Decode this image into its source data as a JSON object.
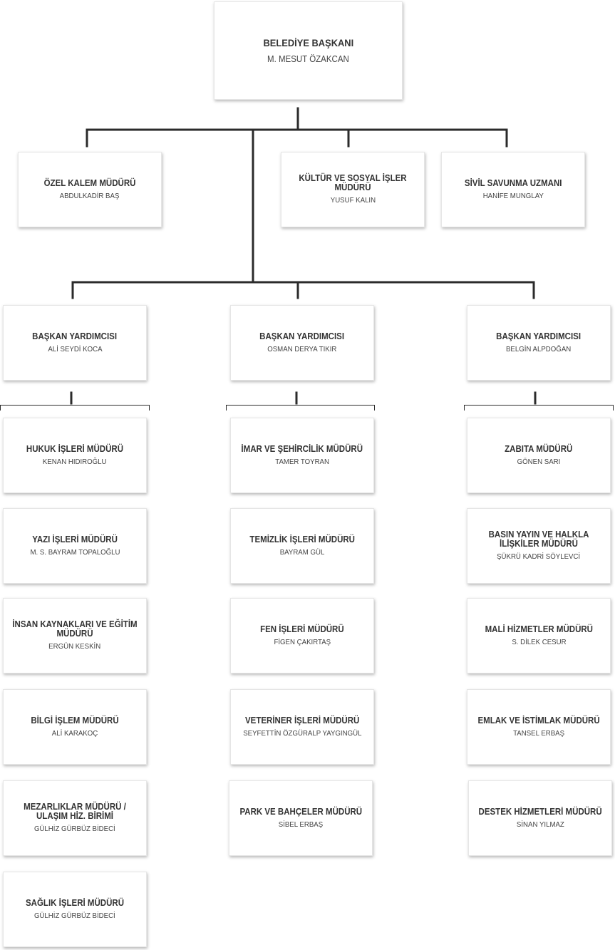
{
  "mayor": {
    "title": "BELEDİYE BAŞKANI",
    "name": "M. MESUT ÖZAKCAN"
  },
  "advisors": [
    {
      "title": "ÖZEL KALEM MÜDÜRÜ",
      "name": "ABDULKADİR BAŞ"
    },
    {
      "title": "KÜLTÜR VE SOSYAL İŞLER MÜDÜRÜ",
      "name": "YUSUF KALIN"
    },
    {
      "title": "SİVİL SAVUNMA UZMANI",
      "name": "HANİFE MUNGLAY"
    }
  ],
  "deputies": [
    {
      "title": "BAŞKAN YARDIMCISI",
      "name": "ALİ SEYDİ KOCA",
      "departments": [
        {
          "title": "HUKUK İŞLERİ MÜDÜRÜ",
          "name": "KENAN HIDIROĞLU"
        },
        {
          "title": "YAZI İŞLERİ MÜDÜRÜ",
          "name": "M. S. BAYRAM TOPALOĞLU"
        },
        {
          "title": "İNSAN  KAYNAKLARI VE EĞİTİM MÜDÜRÜ",
          "name": "ERGÜN KESKİN"
        },
        {
          "title": "BİLGİ İŞLEM MÜDÜRÜ",
          "name": "ALİ KARAKOÇ"
        },
        {
          "title": "MEZARLIKLAR MÜDÜRÜ / ULAŞIM HİZ. BİRİMİ",
          "name": "GÜLHİZ GÜRBÜZ BİDECİ"
        },
        {
          "title": "SAĞLIK İŞLERİ MÜDÜRÜ",
          "name": "GÜLHİZ GÜRBÜZ BİDECİ"
        }
      ]
    },
    {
      "title": "BAŞKAN YARDIMCISI",
      "name": "OSMAN DERYA TIKIR",
      "departments": [
        {
          "title": "İMAR VE ŞEHİRCİLİK MÜDÜRÜ",
          "name": "TAMER TOYRAN"
        },
        {
          "title": "TEMİZLİK İŞLERİ MÜDÜRÜ",
          "name": "BAYRAM GÜL"
        },
        {
          "title": "FEN İŞLERİ MÜDÜRÜ",
          "name": "FİGEN ÇAKIRTAŞ"
        },
        {
          "title": "VETERİNER İŞLERİ MÜDÜRÜ",
          "name": "SEYFETTİN ÖZGÜRALP YAYGINGÜL"
        },
        {
          "title": "PARK VE BAHÇELER MÜDÜRÜ",
          "name": "SİBEL ERBAŞ"
        }
      ]
    },
    {
      "title": "BAŞKAN YARDIMCISI",
      "name": "BELGİN ALPDOĞAN",
      "departments": [
        {
          "title": "ZABITA MÜDÜRÜ",
          "name": "GÖNEN SARI"
        },
        {
          "title": "BASIN YAYIN VE HALKLA İLİŞKİLER MÜDÜRÜ",
          "name": "ŞÜKRÜ KADRİ SÖYLEVCİ"
        },
        {
          "title": "MALİ HİZMETLER MÜDÜRÜ",
          "name": "S. DİLEK CESUR"
        },
        {
          "title": "EMLAK VE İSTİMLAK MÜDÜRÜ",
          "name": "TANSEL ERBAŞ"
        },
        {
          "title": "DESTEK HİZMETLERİ MÜDÜRÜ",
          "name": "SİNAN YILMAZ"
        }
      ]
    }
  ]
}
